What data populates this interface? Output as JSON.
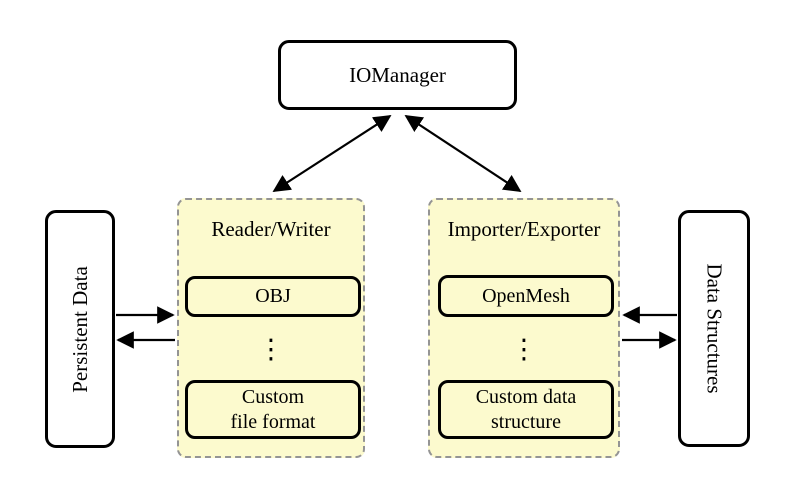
{
  "colors": {
    "background": "#FFFFFF",
    "group_fill": "#FCFACE",
    "group_border": "#949494",
    "line_color": "#000000"
  },
  "nodes": {
    "io_manager": {
      "label": "IOManager"
    },
    "persistent_data": {
      "label": "Persistent Data"
    },
    "data_structures": {
      "label": "Data Structures"
    }
  },
  "groups": {
    "reader_writer": {
      "title": "Reader/Writer",
      "top_box": "OBJ",
      "dots": "⋮",
      "bottom_box_line1": "Custom",
      "bottom_box_line2": "file format"
    },
    "importer_exporter": {
      "title": "Importer/Exporter",
      "top_box": "OpenMesh",
      "dots": "⋮",
      "bottom_box_line1": "Custom data",
      "bottom_box_line2": "structure"
    }
  },
  "connections": [
    {
      "from": "io_manager",
      "to": "reader_writer",
      "bidirectional": true
    },
    {
      "from": "io_manager",
      "to": "importer_exporter",
      "bidirectional": true
    },
    {
      "from": "persistent_data",
      "to": "reader_writer",
      "bidirectional": false
    },
    {
      "from": "reader_writer",
      "to": "persistent_data",
      "bidirectional": false
    },
    {
      "from": "data_structures",
      "to": "importer_exporter",
      "bidirectional": false
    },
    {
      "from": "importer_exporter",
      "to": "data_structures",
      "bidirectional": false
    }
  ]
}
